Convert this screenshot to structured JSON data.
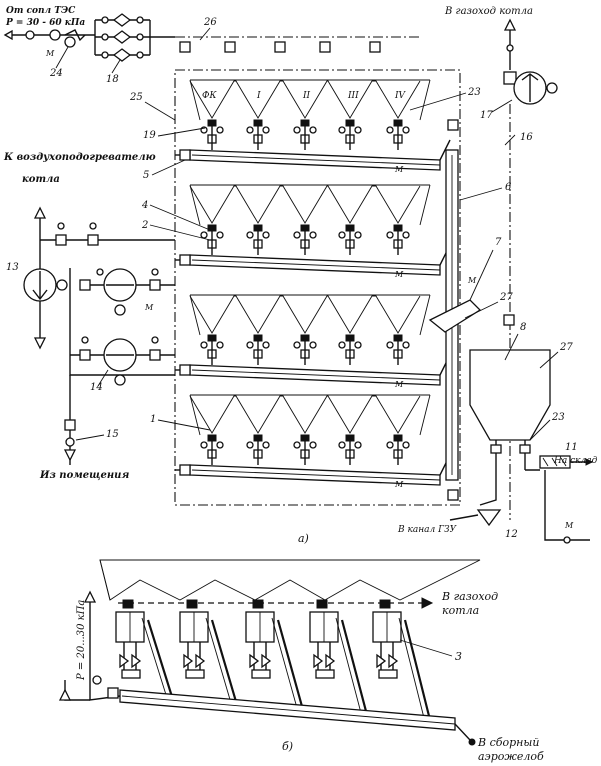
{
  "labels": {
    "source_line1": "От сопл ТЭС",
    "source_line2": "P = 30 - 60 кПа",
    "to_boiler_flue": "В газоход котла",
    "to_air_heater_1": "К воздухоподогревателю",
    "to_air_heater_2": "котла",
    "from_room": "Из помещения",
    "to_warehouse": "На склад",
    "to_gzu_channel": "В канал ГЗУ",
    "row_roman": [
      "ФК",
      "I",
      "II",
      "III",
      "IV"
    ],
    "motor_mark": "М",
    "fig_a": "а)",
    "fig_b": "б)",
    "b_to_flue_1": "В газоход",
    "b_to_flue_2": "котла",
    "b_pressure": "P = 20...30 кПа",
    "b_collector_1": "В сборный",
    "b_collector_2": "аэрожелоб"
  },
  "numbers": {
    "n1": "1",
    "n2": "2",
    "n3": "3",
    "n4": "4",
    "n5": "5",
    "n6": "6",
    "n7": "7",
    "n8": "8",
    "n11": "11",
    "n12": "12",
    "n13": "13",
    "n14": "14",
    "n15": "15",
    "n16": "16",
    "n17": "17",
    "n18": "18",
    "n19": "19",
    "n23": "23",
    "n23b": "23",
    "n24": "24",
    "n25": "25",
    "n26": "26",
    "n27": "27",
    "n27b": "27"
  }
}
